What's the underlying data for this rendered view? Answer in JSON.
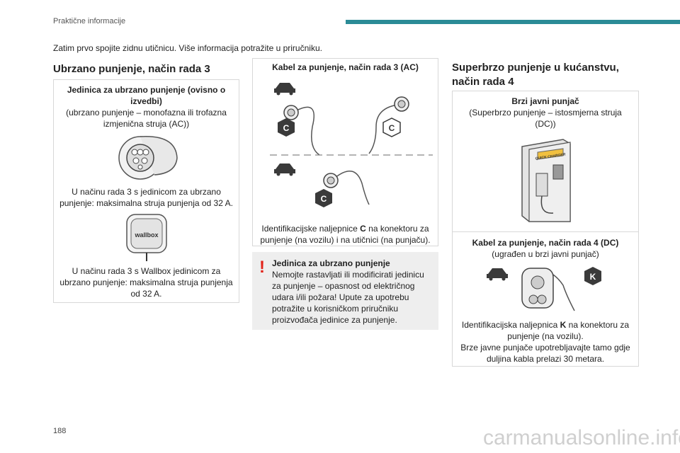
{
  "header": {
    "section": "Praktične informacije"
  },
  "intro": "Zatim prvo spojite zidnu utičnicu. Više informacija potražite u priručniku.",
  "left": {
    "heading": "Ubrzano punjenje, način rada 3",
    "box_title": "Jedinica za ubrzano punjenje (ovisno o izvedbi)",
    "box_subtitle": "(ubrzano punjenje – monofazna ili trofazna izmjenična struja (AC))",
    "caption1": "U načinu rada 3 s jedinicom za ubrzano punjenje: maksimalna struja punjenja od 32 A.",
    "wallbox_label": "wallbox",
    "caption2": "U načinu rada 3 s Wallbox jedinicom za ubrzano punjenje: maksimalna struja punjenja od 32 A."
  },
  "middle": {
    "box_title": "Kabel za punjenje, način rada 3 (AC)",
    "badge_letter": "C",
    "caption_before": "Identifikacijske naljepnice ",
    "caption_bold": "C",
    "caption_after": " na konektoru za punjenje (na vozilu) i na utičnici (na punjaču).",
    "warning_title": "Jedinica za ubrzano punjenje",
    "warning_text": "Nemojte rastavljati ili modificirati jedinicu za punjenje – opasnost od električnog udara i/ili požara! Upute za upotrebu potražite u korisničkom priručniku proizvođača jedinice za punjenje."
  },
  "right": {
    "heading": "Superbrzo punjenje u kućanstvu, način rada 4",
    "box_title": "Brzi javni punjač",
    "box_subtitle": "(Superbrzo punjenje – istosmjerna struja (DC))",
    "charger_label": "QUICK CHARGER",
    "box2_title": "Kabel za punjenje, način rada 4 (DC)",
    "box2_subtitle": "(ugrađen u brzi javni punjač)",
    "badge_letter": "K",
    "caption_before": "Identifikacijska naljepnica ",
    "caption_bold": "K",
    "caption_after": " na konektoru za punjenje (na vozilu).",
    "caption2": "Brze javne punjače upotrebljavajte tamo gdje duljina kabla prelazi 30 metara."
  },
  "footer": {
    "page_number": "188",
    "watermark": "carmanualsonline.info"
  },
  "colors": {
    "accent": "#2b8b96",
    "badge": "#3a3a3a",
    "warning": "#e2231a",
    "box_border": "#d8d8d8"
  }
}
